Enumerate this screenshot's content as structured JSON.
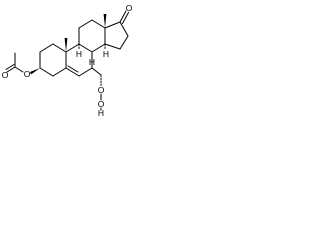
{
  "diagram": {
    "type": "skeletal-structure",
    "atom_labels": {
      "ketone_o": "O",
      "ester_o_ring": "O",
      "ester_o_carbonyl": "O",
      "h_8": "H",
      "h_9": "H",
      "h_14": "H",
      "hydroperoxy_o1": "O",
      "hydroperoxy_o2": "O",
      "hydroperoxy_h": "H"
    },
    "colors": {
      "ink": "#000000",
      "background": "#ffffff"
    }
  }
}
